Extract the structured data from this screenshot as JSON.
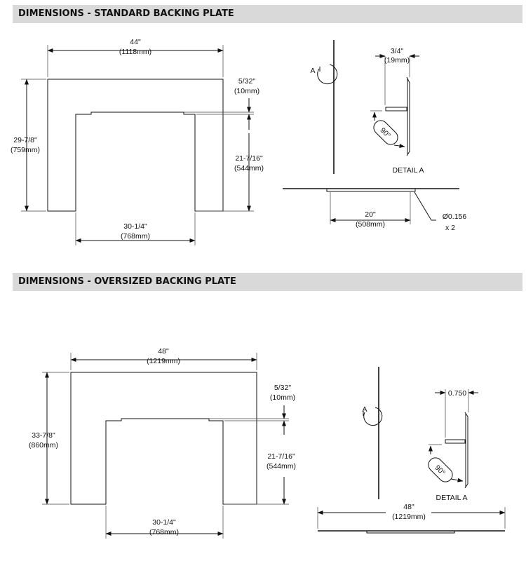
{
  "sections": [
    {
      "title": "DIMENSIONS - STANDARD BACKING PLATE",
      "width": [
        "44\"",
        "(1118mm)"
      ],
      "height": [
        "29-7/8\"",
        "(759mm)"
      ],
      "step": [
        "5/32\"",
        "(10mm)"
      ],
      "inner_height": [
        "21-7/16\"",
        "(544mm)"
      ],
      "inner_width": [
        "30-1/4\"",
        "(768mm)"
      ],
      "bracket": [
        "3/4\"",
        "(19mm)"
      ],
      "angle": "90°",
      "callout": "A",
      "detail": "DETAIL A",
      "hole_spacing": [
        "20\"",
        "(508mm)"
      ],
      "hole": [
        "Ø0.156",
        "x 2"
      ]
    },
    {
      "title": "DIMENSIONS - OVERSIZED BACKING PLATE",
      "width": [
        "48\"",
        "(1219mm)"
      ],
      "height": [
        "33-7/8\"",
        "(860mm)"
      ],
      "step": [
        "5/32\"",
        "(10mm)"
      ],
      "inner_height": [
        "21-7/16\"",
        "(544mm)"
      ],
      "inner_width": [
        "30-1/4\"",
        "(768mm)"
      ],
      "bracket": "0.750",
      "angle": "90°",
      "callout": "A",
      "detail": "DETAIL A",
      "bottom_width": [
        "48\"",
        "(1219mm)"
      ]
    }
  ]
}
